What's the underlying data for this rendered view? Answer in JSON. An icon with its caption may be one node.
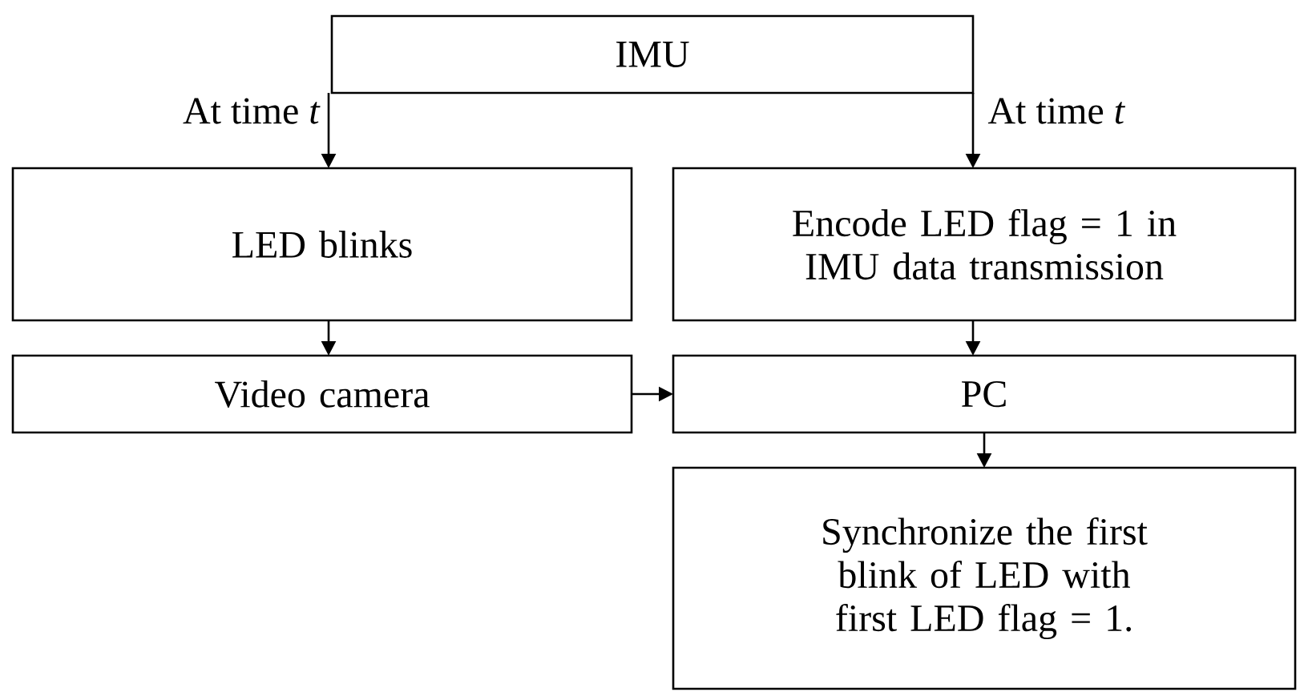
{
  "diagram": {
    "nodes": [
      {
        "text": [
          "IMU"
        ]
      },
      {
        "text": [
          "LED blinks"
        ]
      },
      {
        "text": [
          "Encode LED flag = 1 in IMU data transmission"
        ]
      },
      {
        "text": [
          "Video camera"
        ]
      },
      {
        "text": [
          "PC"
        ]
      },
      {
        "text": [
          "Synchronize the first blink of LED with first LED flag = 1."
        ]
      }
    ],
    "edges": [
      {
        "from": 0,
        "to": 1,
        "arrow": "to",
        "label": "At time *t*"
      },
      {
        "from": 0,
        "to": 2,
        "arrow": "to",
        "label": "At time *t*"
      },
      {
        "from": 1,
        "to": 3,
        "arrow": "to"
      },
      {
        "from": 2,
        "to": 4,
        "arrow": "to"
      },
      {
        "from": 3,
        "to": 4,
        "arrow": "to"
      },
      {
        "from": 4,
        "to": 5,
        "arrow": "to"
      }
    ]
  }
}
